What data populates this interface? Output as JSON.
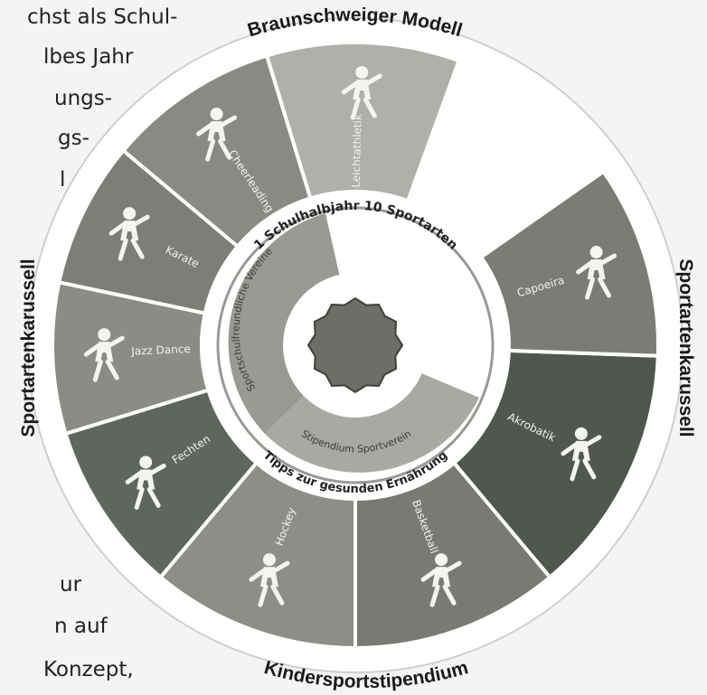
{
  "side_text": [
    "chst als Schul-",
    "lbes Jahr",
    "ungs-",
    "gs-",
    "l",
    "ur",
    "n auf",
    "Konzept,"
  ],
  "outer_labels": {
    "top": "Braunschweiger Modell",
    "left": "Sportartenkarussell",
    "right": "Sportartenkarussell",
    "bottom": "Kindersportstipendium"
  },
  "inner_ring": {
    "top": "1 Schulhalbjahr 10 Sportarten",
    "bottom": "Tipps zur gesunden Ernährung"
  },
  "middle_ring": {
    "left": "Sportschulfreundliche Vereine",
    "bottom": "Stipendium Sportverein"
  },
  "segments": [
    {
      "label": "Leichtathletik",
      "icon": "runner-icon",
      "shade": "#b0b0aa"
    },
    {
      "label": "Cheerleading",
      "icon": "cheerleader-icon",
      "shade": "#8a8a84"
    },
    {
      "label": "Karate",
      "icon": "karate-icon",
      "shade": "#7e7e78"
    },
    {
      "label": "Jazz Dance",
      "icon": "dancer-icon",
      "shade": "#8c8c86"
    },
    {
      "label": "Fechten",
      "icon": "fencer-icon",
      "shade": "#5f665e"
    },
    {
      "label": "Hockey",
      "icon": "hockey-icon",
      "shade": "#8e8e88"
    },
    {
      "label": "Basketball",
      "icon": "basketball-icon",
      "shade": "#7a7a74"
    },
    {
      "label": "Akrobatik",
      "icon": "acrobat-icon",
      "shade": "#4f574f"
    },
    {
      "label": "Capoeira",
      "icon": "capoeira-icon",
      "shade": "#7c7c76"
    }
  ]
}
